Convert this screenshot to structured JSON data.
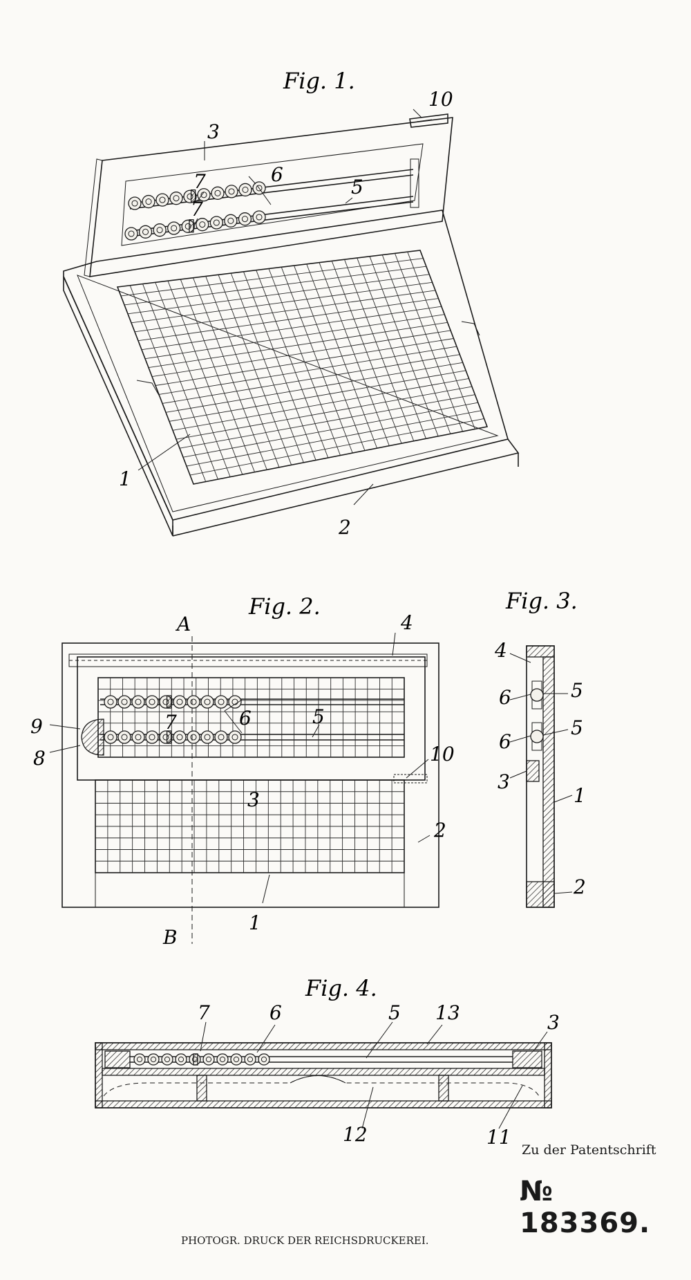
{
  "figures": {
    "fig1": {
      "title": "Fig. 1.",
      "labels": {
        "l3": "3",
        "l10": "10",
        "l7": "7",
        "l6": "6",
        "l5": "5",
        "l7b": "7",
        "l1": "1",
        "l2": "2"
      }
    },
    "fig2": {
      "title": "Fig. 2.",
      "labels": {
        "A": "A",
        "B": "B",
        "l4": "4",
        "l6": "6",
        "l7": "7",
        "l5": "5",
        "l9": "9",
        "l8": "8",
        "l10": "10",
        "l3": "3",
        "l2": "2",
        "l1": "1"
      }
    },
    "fig3": {
      "title": "Fig. 3.",
      "labels": {
        "l4": "4",
        "l6a": "6",
        "l5a": "5",
        "l6b": "6",
        "l5b": "5",
        "l3": "3",
        "l1": "1",
        "l2": "2"
      }
    },
    "fig4": {
      "title": "Fig. 4.",
      "labels": {
        "l7": "7",
        "l6": "6",
        "l5": "5",
        "l13": "13",
        "l3": "3",
        "l12": "12",
        "l11": "11"
      }
    }
  },
  "footer": {
    "caption": "Zu der Patentschrift",
    "number": "№ 183369.",
    "credit": "PHOTOGR. DRUCK DER REICHSDRUCKEREI."
  }
}
